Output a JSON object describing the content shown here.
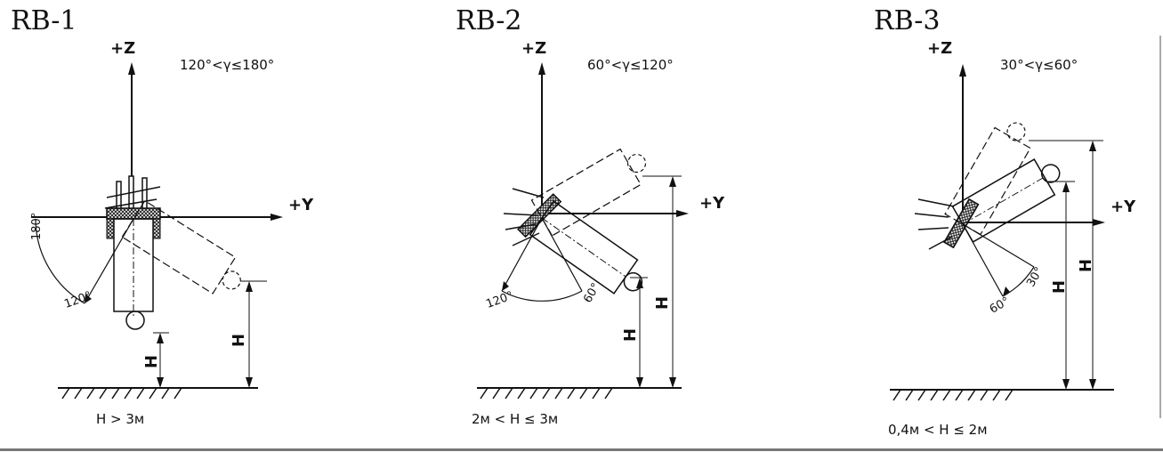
{
  "panels": [
    {
      "title": "RB-1",
      "z_axis": "+Z",
      "y_axis": "+Y",
      "range": "120°<γ≤180°",
      "angles": [
        "180°",
        "120°"
      ],
      "height_label": "H",
      "condition": "H > 3м"
    },
    {
      "title": "RB-2",
      "z_axis": "+Z",
      "y_axis": "+Y",
      "range": "60°<γ≤120°",
      "angles": [
        "120°",
        "60°"
      ],
      "height_label": "H",
      "condition": "2м < H ≤ 3м"
    },
    {
      "title": "RB-3",
      "z_axis": "+Z",
      "y_axis": "+Y",
      "range": "30°<γ≤60°",
      "angles": [
        "30°",
        "60°"
      ],
      "height_label": "H",
      "condition": "0,4м < H ≤ 2м"
    }
  ],
  "colors": {
    "line": "#111111",
    "hatch": "#333333"
  }
}
